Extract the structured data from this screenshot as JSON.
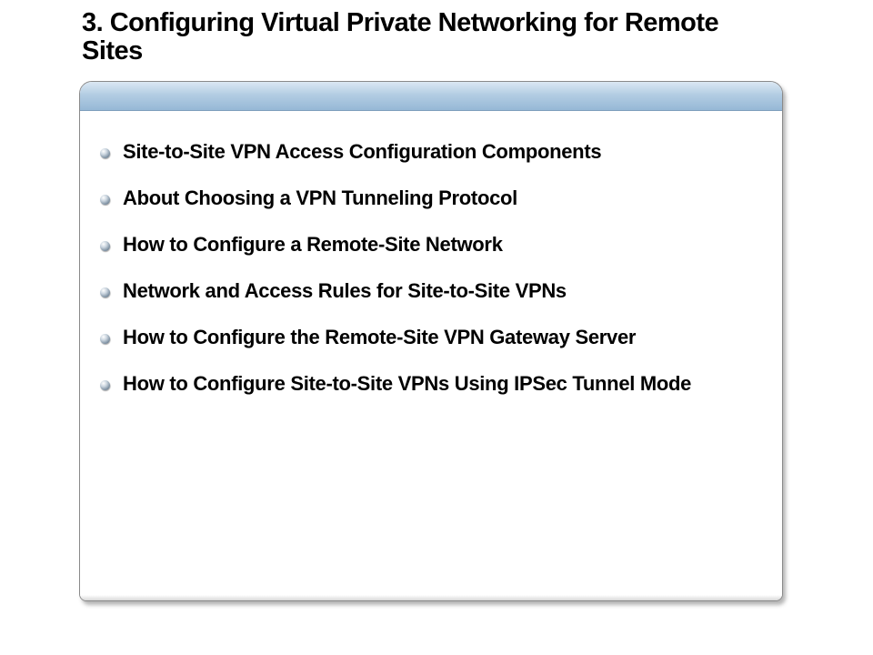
{
  "slide": {
    "title": "3. Configuring Virtual Private Networking for Remote Sites",
    "bullets": [
      {
        "text": "Site-to-Site VPN Access Configuration Components",
        "icon": "bullet-sphere-icon"
      },
      {
        "text": "About Choosing a VPN Tunneling Protocol",
        "icon": "bullet-sphere-icon"
      },
      {
        "text": "How to Configure a Remote-Site Network",
        "icon": "bullet-sphere-icon"
      },
      {
        "text": "Network and Access Rules for Site-to-Site VPNs",
        "icon": "bullet-sphere-icon"
      },
      {
        "text": "How to Configure the Remote-Site VPN Gateway Server",
        "icon": "bullet-sphere-icon"
      },
      {
        "text": "How to Configure Site-to-Site VPNs Using IPSec Tunnel Mode",
        "icon": "bullet-sphere-icon"
      }
    ]
  },
  "colors": {
    "header_bar": "#a6c3de",
    "panel_border": "#8a8a8a",
    "text": "#000000",
    "background": "#ffffff"
  }
}
